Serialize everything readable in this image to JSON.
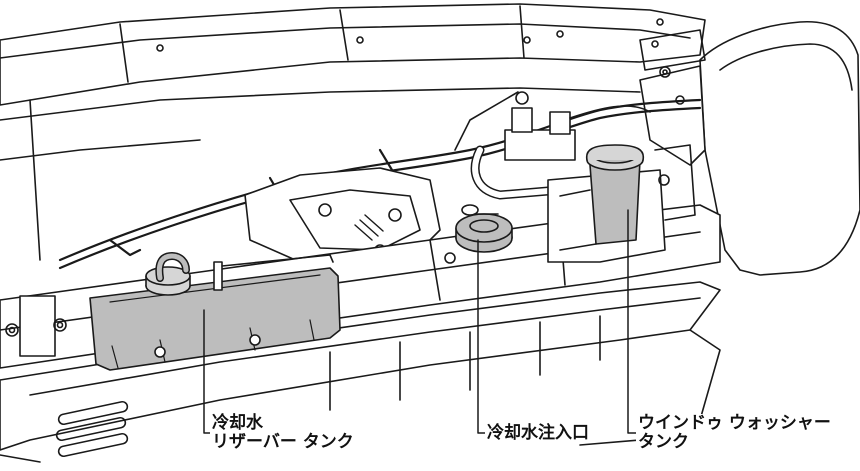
{
  "labels": {
    "coolant_reserve_tank": {
      "line1": "冷却水",
      "line2": "リザーバー タンク"
    },
    "coolant_filler": {
      "line1": "冷却水注入口"
    },
    "washer_tank": {
      "line1": "ウインドゥ ウォッシャー",
      "line2": "タンク"
    }
  },
  "colors": {
    "line": "#1a1a1a",
    "tank_fill": "#bdbdbd",
    "tank_fill_light": "#d6d6d6",
    "background": "#ffffff"
  }
}
